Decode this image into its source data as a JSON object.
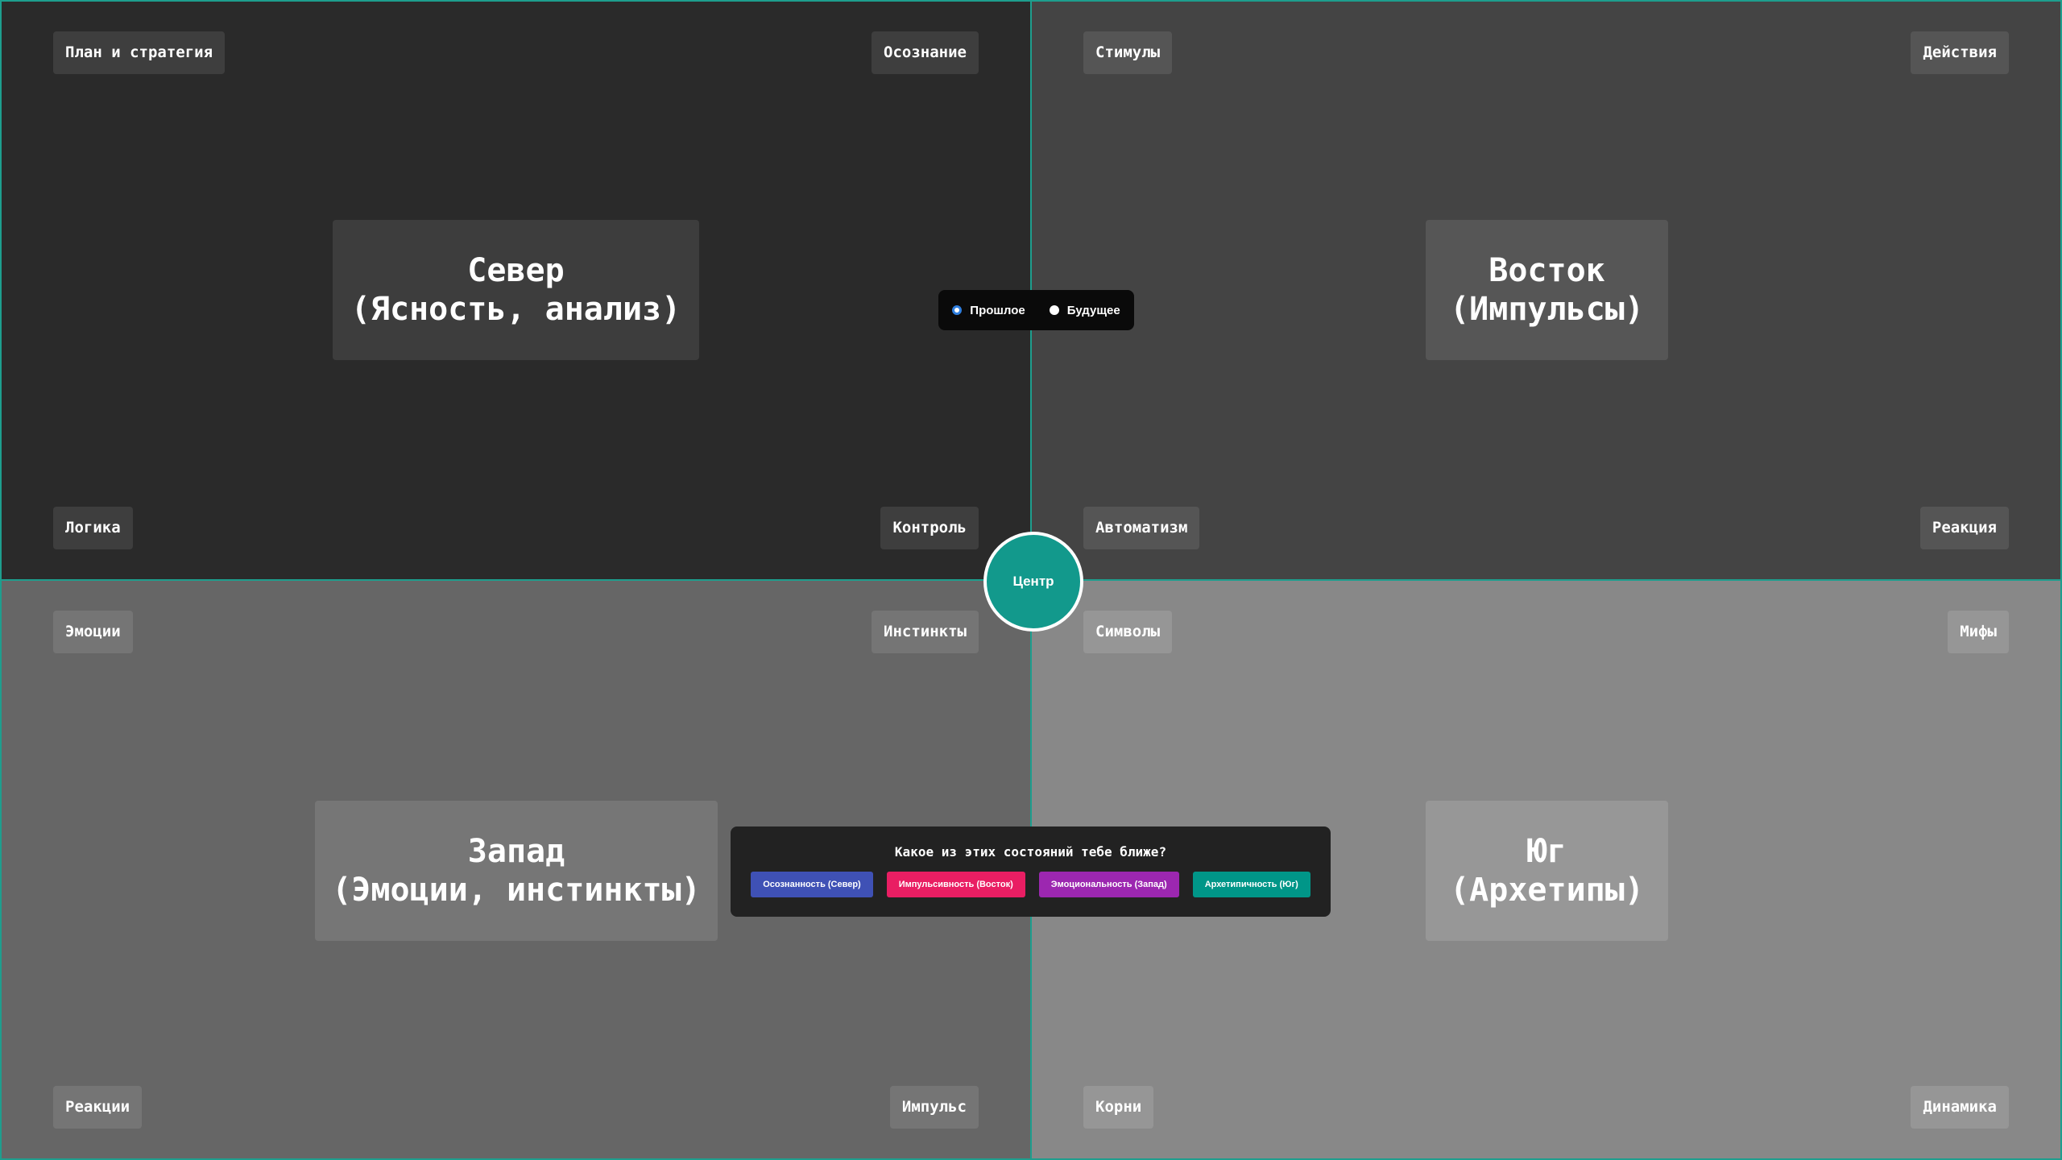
{
  "quadrants": {
    "north": {
      "title": "Север\n(Ясность, анализ)",
      "corners": {
        "tl": "План и стратегия",
        "tr": "Осознание",
        "bl": "Логика",
        "br": "Контроль"
      }
    },
    "east": {
      "title": "Восток\n(Импульсы)",
      "corners": {
        "tl": "Стимулы",
        "tr": "Действия",
        "bl": "Автоматизм",
        "br": "Реакция"
      }
    },
    "west": {
      "title": "Запад\n(Эмоции, инстинкты)",
      "corners": {
        "tl": "Эмоции",
        "tr": "Инстинкты",
        "bl": "Реакции",
        "br": "Импульс"
      }
    },
    "south": {
      "title": "Юг\n(Архетипы)",
      "corners": {
        "tl": "Символы",
        "tr": "Мифы",
        "bl": "Корни",
        "br": "Динамика"
      }
    }
  },
  "time_toggle": {
    "past_label": "Прошлое",
    "future_label": "Будущее",
    "selected": "past"
  },
  "center": {
    "label": "Центр"
  },
  "question": {
    "title": "Какое из этих состояний тебе ближе?",
    "choices": [
      {
        "label": "Осознанность (Север)",
        "color": "#3f51b5"
      },
      {
        "label": "Импульсивность (Восток)",
        "color": "#e91e63"
      },
      {
        "label": "Эмоциональность (Запад)",
        "color": "#9c27b0"
      },
      {
        "label": "Архетипичность (Юг)",
        "color": "#009688"
      }
    ]
  },
  "colors": {
    "accent": "#1e9e8e",
    "north_bg": "#2a2a2a",
    "east_bg": "#444444",
    "west_bg": "#666666",
    "south_bg": "#888888"
  }
}
